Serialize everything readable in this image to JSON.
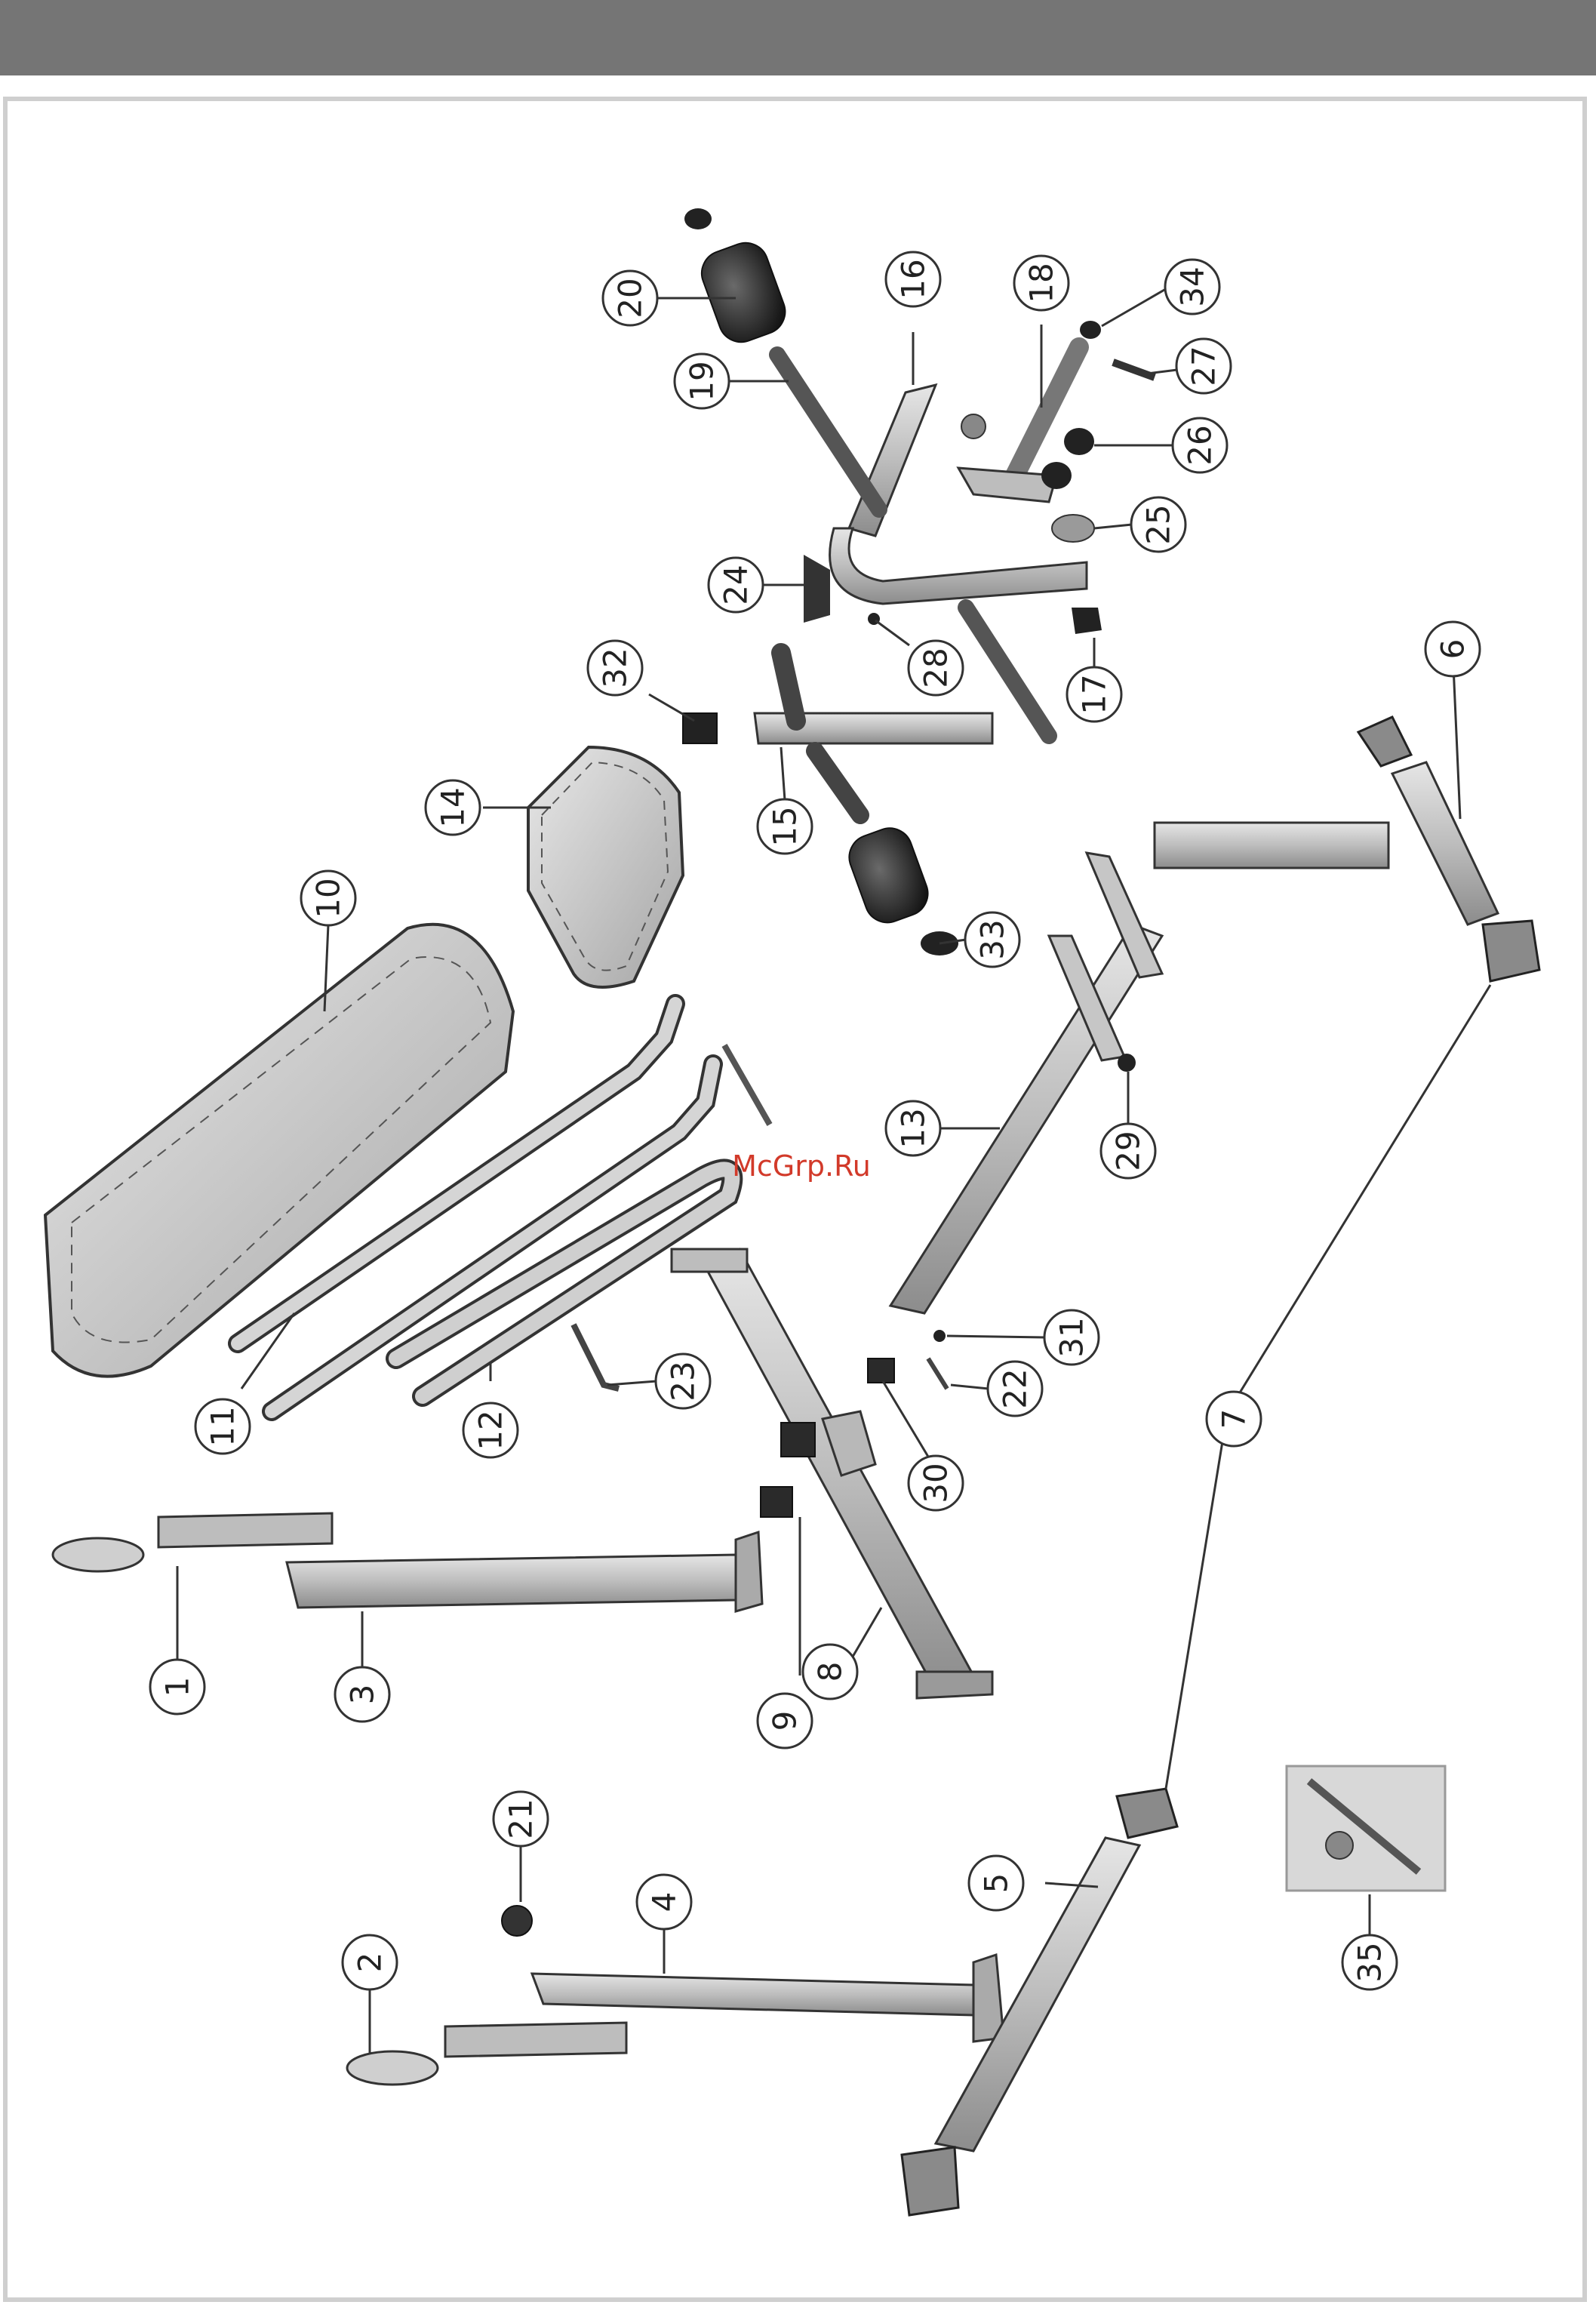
{
  "watermark": "McGrp.Ru",
  "callouts": [
    {
      "num": "1"
    },
    {
      "num": "2"
    },
    {
      "num": "3"
    },
    {
      "num": "4"
    },
    {
      "num": "5"
    },
    {
      "num": "6"
    },
    {
      "num": "7"
    },
    {
      "num": "8"
    },
    {
      "num": "9"
    },
    {
      "num": "10"
    },
    {
      "num": "11"
    },
    {
      "num": "12"
    },
    {
      "num": "13"
    },
    {
      "num": "14"
    },
    {
      "num": "15"
    },
    {
      "num": "16"
    },
    {
      "num": "17"
    },
    {
      "num": "18"
    },
    {
      "num": "19"
    },
    {
      "num": "20"
    },
    {
      "num": "21"
    },
    {
      "num": "22"
    },
    {
      "num": "23"
    },
    {
      "num": "24"
    },
    {
      "num": "25"
    },
    {
      "num": "26"
    },
    {
      "num": "27"
    },
    {
      "num": "28"
    },
    {
      "num": "29"
    },
    {
      "num": "30"
    },
    {
      "num": "31"
    },
    {
      "num": "32"
    },
    {
      "num": "33"
    },
    {
      "num": "34"
    },
    {
      "num": "35"
    }
  ]
}
